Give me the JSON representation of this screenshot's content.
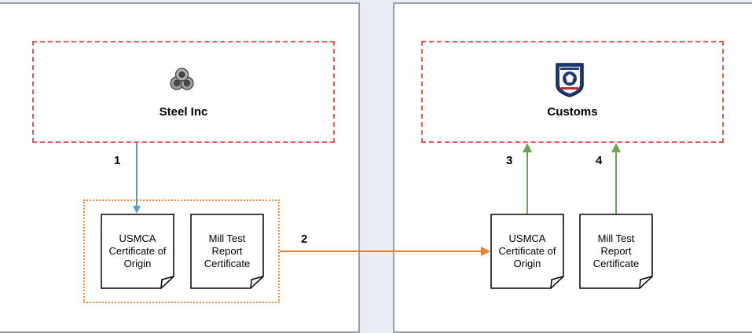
{
  "actors": {
    "left": {
      "name": "Steel Inc",
      "icon": "steel-pipes-icon"
    },
    "right": {
      "name": "Customs",
      "icon": "customs-seal-icon"
    }
  },
  "documents": {
    "left_origin": "USMCA\nCertificate of\nOrigin",
    "left_mill": "Mill Test\nReport\nCertificate",
    "right_origin": "USMCA\nCertificate of\nOrigin",
    "right_mill": "Mill Test\nReport\nCertificate"
  },
  "steps": [
    "1",
    "2",
    "3",
    "4"
  ],
  "colors": {
    "step1": "#5b9bd5",
    "step2": "#ed7d31",
    "step34": "#6aa84f",
    "actor_border": "#ef5350"
  }
}
